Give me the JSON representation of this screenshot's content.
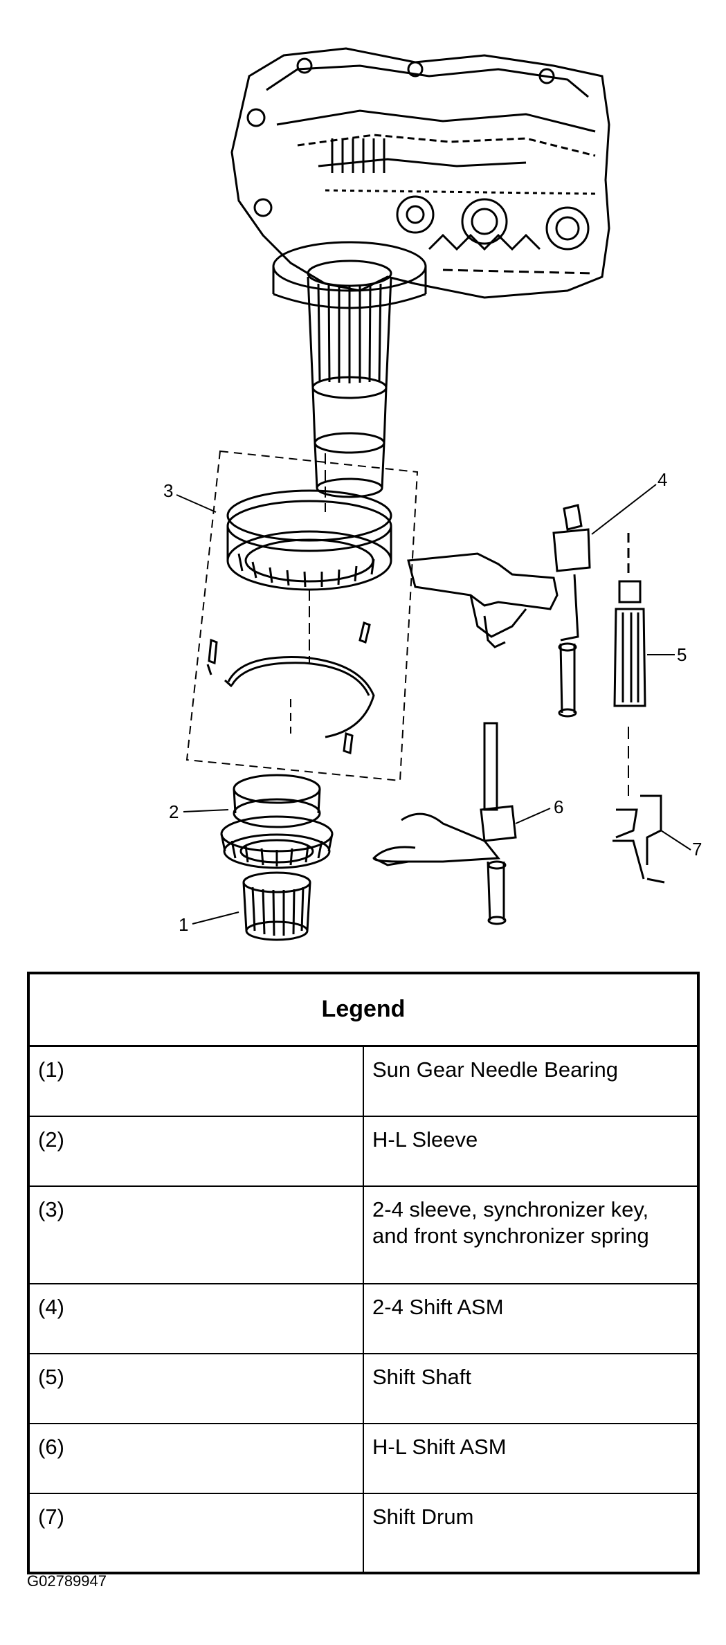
{
  "diagram": {
    "callouts": [
      "1",
      "2",
      "3",
      "4",
      "5",
      "6",
      "7"
    ]
  },
  "legend": {
    "title": "Legend",
    "rows": [
      {
        "num": "(1)",
        "desc": "Sun Gear Needle Bearing"
      },
      {
        "num": "(2)",
        "desc": "H-L Sleeve"
      },
      {
        "num": "(3)",
        "desc": "2-4 sleeve, synchronizer key, and front synchronizer spring"
      },
      {
        "num": "(4)",
        "desc": "2-4 Shift ASM"
      },
      {
        "num": "(5)",
        "desc": "Shift Shaft"
      },
      {
        "num": "(6)",
        "desc": "H-L Shift ASM"
      },
      {
        "num": "(7)",
        "desc": "Shift Drum"
      }
    ]
  },
  "figure_id": "G02789947"
}
